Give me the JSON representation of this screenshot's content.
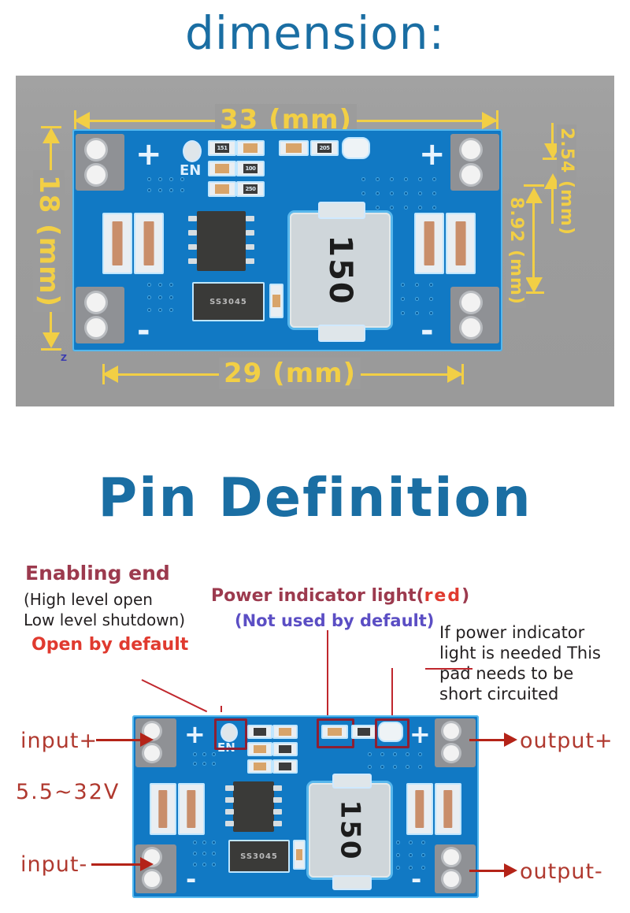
{
  "sections": {
    "dimension": {
      "title": "dimension:",
      "measurements": {
        "width_top": "33 (mm)",
        "width_bottom": "29 (mm)",
        "height_left": "18 (mm)",
        "pitch_right": "2.54 (mm)",
        "span_right": "8.92 (mm)"
      },
      "axis_marker": "Z"
    },
    "pin_definition": {
      "title": "Pin Definition",
      "annotations": {
        "enabling_end_title": "Enabling end",
        "enabling_end_detail": "(High level open\nLow level shutdown)",
        "enabling_end_state": "Open by default",
        "power_indicator_title": "Power indicator light(",
        "power_indicator_color": "red",
        "power_indicator_title_close": ")",
        "power_indicator_note": "(Not used by default)",
        "short_pad_note": "If power indicator\nlight is needed This\npad needs to be\nshort circuited"
      },
      "io_labels": {
        "input_plus": "input+",
        "input_minus": "input-",
        "output_plus": "output+",
        "output_minus": "output-",
        "input_voltage": "5.5~32V"
      }
    }
  },
  "board": {
    "silkscreen": {
      "en": "EN",
      "plus_left": "+",
      "plus_right": "+",
      "minus_left": "-",
      "minus_right": "-"
    },
    "components": {
      "inductor": "150",
      "diode": "SS3045",
      "resistor_1": "151",
      "resistor_2": "100",
      "resistor_3": "250",
      "resistor_4": "205"
    }
  },
  "colors": {
    "title_blue": "#1a6ea3",
    "pcb_blue": "#1179c4",
    "dimension_yellow": "#f2cf45",
    "annotation_maroon": "#9c3a4e",
    "annotation_red": "#e03a2f",
    "annotation_purple": "#5b4ec4",
    "arrow_red": "#b42318",
    "photo_background": "#9c9c9c"
  }
}
